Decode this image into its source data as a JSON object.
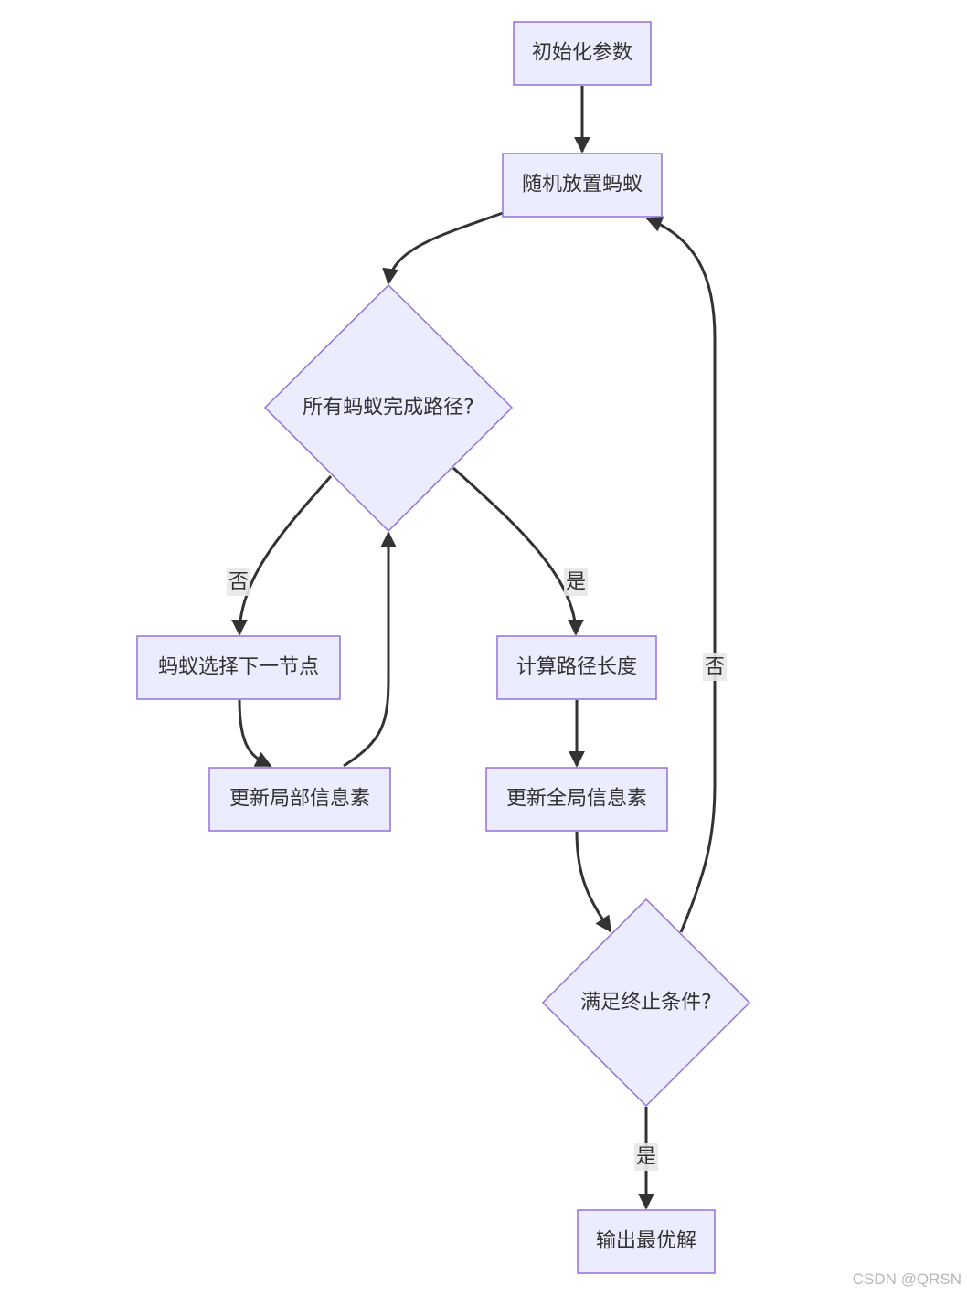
{
  "nodes": {
    "init": "初始化参数",
    "place": "随机放置蚂蚁",
    "all_done": "所有蚂蚁完成路径?",
    "select_next": "蚂蚁选择下一节点",
    "update_local": "更新局部信息素",
    "calc_length": "计算路径长度",
    "update_global": "更新全局信息素",
    "termination": "满足终止条件?",
    "output": "输出最优解"
  },
  "edge_labels": {
    "all_done_no": "否",
    "all_done_yes": "是",
    "termination_no": "否",
    "termination_yes": "是"
  },
  "colors": {
    "node_fill": "#ececff",
    "node_stroke": "#9370db",
    "edge": "#333333",
    "label_bg": "#e8e8e8"
  },
  "watermark": "CSDN @QRSN"
}
